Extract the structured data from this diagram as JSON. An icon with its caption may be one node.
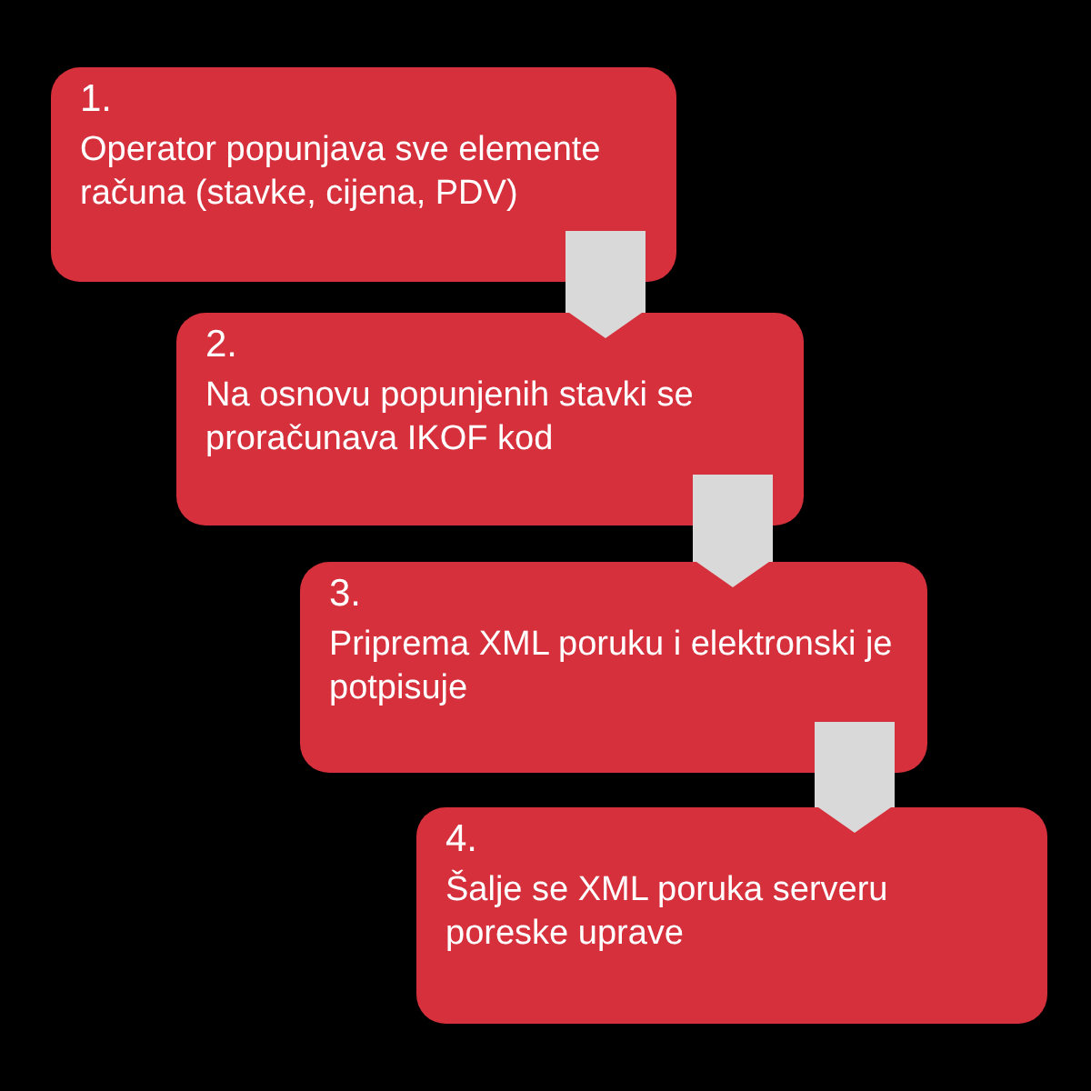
{
  "diagram": {
    "nodes": [
      {
        "text": [
          "1.",
          "Operator popunjava sve elemente računa (stavke, cijena, PDV)"
        ]
      },
      {
        "text": [
          "2.",
          "Na osnovu popunjenih stavki se proračunava IKOF kod"
        ]
      },
      {
        "text": [
          "3.",
          "Priprema XML poruku i elektronski je potpisuje"
        ]
      },
      {
        "text": [
          "4.",
          "Šalje se XML poruka serveru poreske uprave"
        ]
      }
    ],
    "edges": [
      {
        "from": 0,
        "to": 1,
        "arrow": "to"
      },
      {
        "from": 1,
        "to": 2,
        "arrow": "to"
      },
      {
        "from": 2,
        "to": 3,
        "arrow": "to"
      }
    ]
  }
}
